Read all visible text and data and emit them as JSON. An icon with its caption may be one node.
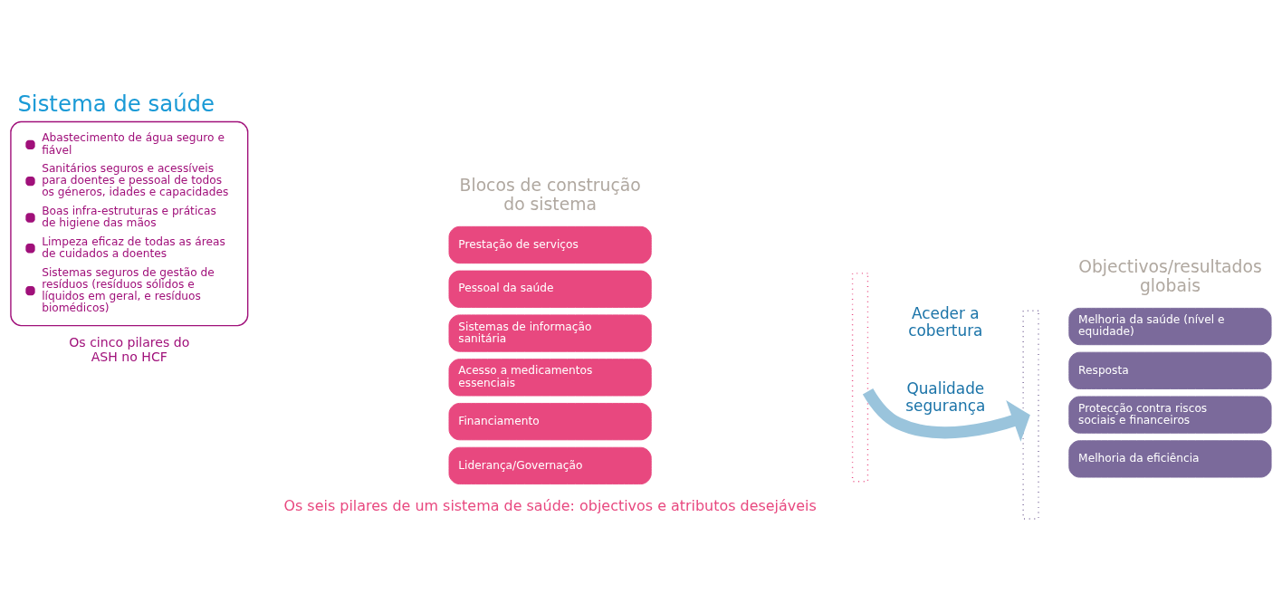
{
  "diagram": {
    "title": "Sistema de saúde",
    "nodes": [
      {
        "text": [
          "Abastecimento de água seguro e fiável",
          "Sanitários seguros e acessíveis para doentes e pessoal de todos os géneros, idades e capacidades",
          "Boas infra-estruturas e práticas de higiene das mãos",
          "Limpeza eficaz de todas as áreas de cuidados a doentes",
          "Sistemas seguros de gestão de resíduos (resíduos sólidos e líquidos em geral, e resíduos biomédicos)"
        ],
        "beside": [
          "Os cinco pilares do ASH no HCF"
        ]
      },
      {
        "text": [
          "Prestação de serviços"
        ]
      },
      {
        "text": [
          "Pessoal da saúde"
        ]
      },
      {
        "text": [
          "Sistemas de informação sanitária"
        ]
      },
      {
        "text": [
          "Acesso a medicamentos essenciais"
        ]
      },
      {
        "text": [
          "Financiamento"
        ]
      },
      {
        "text": [
          "Liderança/Governação"
        ]
      },
      {
        "text": [],
        "shape": "brace"
      },
      {
        "text": [],
        "shape": "brace"
      },
      {
        "text": [
          "Melhoria da saúde (nível e equidade)"
        ]
      },
      {
        "text": [
          "Resposta"
        ]
      },
      {
        "text": [
          "Protecção contra riscos sociais e financeiros"
        ]
      },
      {
        "text": [
          "Melhoria da eficiência"
        ]
      }
    ],
    "edges": [
      {
        "from": 7,
        "to": 8,
        "arrow": "to"
      }
    ],
    "labels": [
      "Blocos de construção do sistema",
      "Objectivos/resultados globais",
      "Aceder a cobertura",
      "Qualidade segurança",
      "Os seis pilares de um sistema de saúde: objectivos e atributos desejáveis"
    ]
  }
}
